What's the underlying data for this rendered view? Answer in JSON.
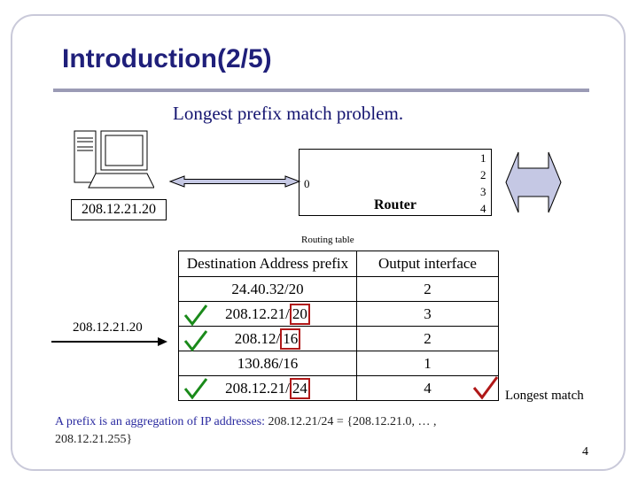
{
  "slide": {
    "title": "Introduction(2/5)",
    "subtitle": "Longest prefix match problem.",
    "page_number": "4"
  },
  "host": {
    "ip": "208.12.21.20"
  },
  "router": {
    "label": "Router",
    "input_port": "0",
    "output_ports": [
      "1",
      "2",
      "3",
      "4"
    ]
  },
  "routing_table": {
    "caption": "Routing table",
    "headers": [
      "Destination Address prefix",
      "Output interface"
    ],
    "rows": [
      {
        "prefix_base": "24.40.32/20",
        "prefix_len": "",
        "interface": "2"
      },
      {
        "prefix_base": "208.12.21/",
        "prefix_len": "20",
        "interface": "3"
      },
      {
        "prefix_base": "208.12/",
        "prefix_len": "16",
        "interface": "2"
      },
      {
        "prefix_base": "130.86/16",
        "prefix_len": "",
        "interface": "1"
      },
      {
        "prefix_base": "208.12.21/",
        "prefix_len": "24",
        "interface": "4"
      }
    ]
  },
  "incoming_ip": "208.12.21.20",
  "longest_match_label": "Longest match",
  "footer": {
    "lead": "A prefix is an aggregation of IP addresses: ",
    "value": "208.12.21/24 = {208.12.21.0, … , 208.12.21.255}"
  },
  "colors": {
    "title": "#1f1f7a",
    "check": "#1a8a1a",
    "highlight": "#b01818",
    "arrow_fill": "#c5c8e4"
  }
}
